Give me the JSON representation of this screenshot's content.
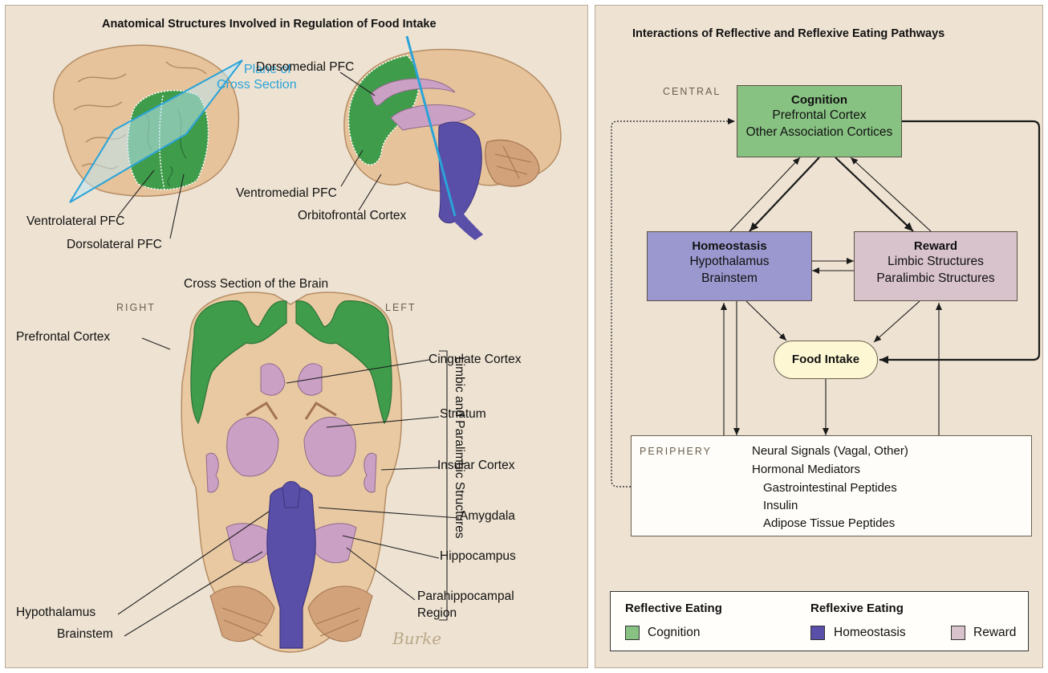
{
  "left_panel": {
    "title": "Anatomical Structures Involved in Regulation of Food Intake",
    "labels": {
      "plane_line1": "Plane of",
      "plane_line2": "Cross Section",
      "dorsomedial": "Dorsomedial PFC",
      "ventromedial": "Ventromedial PFC",
      "orbitofrontal": "Orbitofrontal Cortex",
      "ventrolateral": "Ventrolateral PFC",
      "dorsolateral": "Dorsolateral PFC",
      "cross_section_title": "Cross Section of the Brain",
      "right": "RIGHT",
      "left": "LEFT",
      "prefrontal": "Prefrontal Cortex",
      "cingulate": "Cingulate Cortex",
      "striatum": "Striatum",
      "insular": "Insular Cortex",
      "amygdala": "Amygdala",
      "hippocampus": "Hippocampus",
      "parahippo_line1": "Parahippocampal",
      "parahippo_line2": "Region",
      "hypothalamus": "Hypothalamus",
      "brainstem": "Brainstem",
      "bracket_label": "Limbic and Paralimbic Structures"
    },
    "signature": "Burke"
  },
  "right_panel": {
    "title": "Interactions of Reflective and Reflexive Eating Pathways",
    "central": "CENTRAL",
    "periphery_label": "PERIPHERY",
    "cognition": {
      "title": "Cognition",
      "line1": "Prefrontal Cortex",
      "line2": "Other Association Cortices"
    },
    "homeostasis": {
      "title": "Homeostasis",
      "line1": "Hypothalamus",
      "line2": "Brainstem"
    },
    "reward": {
      "title": "Reward",
      "line1": "Limbic Structures",
      "line2": "Paralimbic Structures"
    },
    "food_intake": "Food Intake",
    "periphery_lines": [
      "Neural Signals (Vagal, Other)",
      "Hormonal Mediators",
      "Gastrointestinal Peptides",
      "Insulin",
      "Adipose Tissue Peptides"
    ],
    "legend": {
      "reflective_title": "Reflective Eating",
      "reflexive_title": "Reflexive Eating",
      "cognition": "Cognition",
      "homeostasis": "Homeostasis",
      "reward": "Reward"
    }
  },
  "colors": {
    "background": "#eee3d3",
    "cognition": "#88c283",
    "homeostasis": "#9a98cf",
    "reward": "#d8c2cb",
    "food_intake": "#fdf8d3",
    "plane": "#2aa3d8",
    "brain_tissue": "#e9c9a2",
    "cortex_green": "#3f9c4a",
    "limbic_pink": "#caa0c4",
    "brainstem_purple": "#5a4fa8"
  }
}
